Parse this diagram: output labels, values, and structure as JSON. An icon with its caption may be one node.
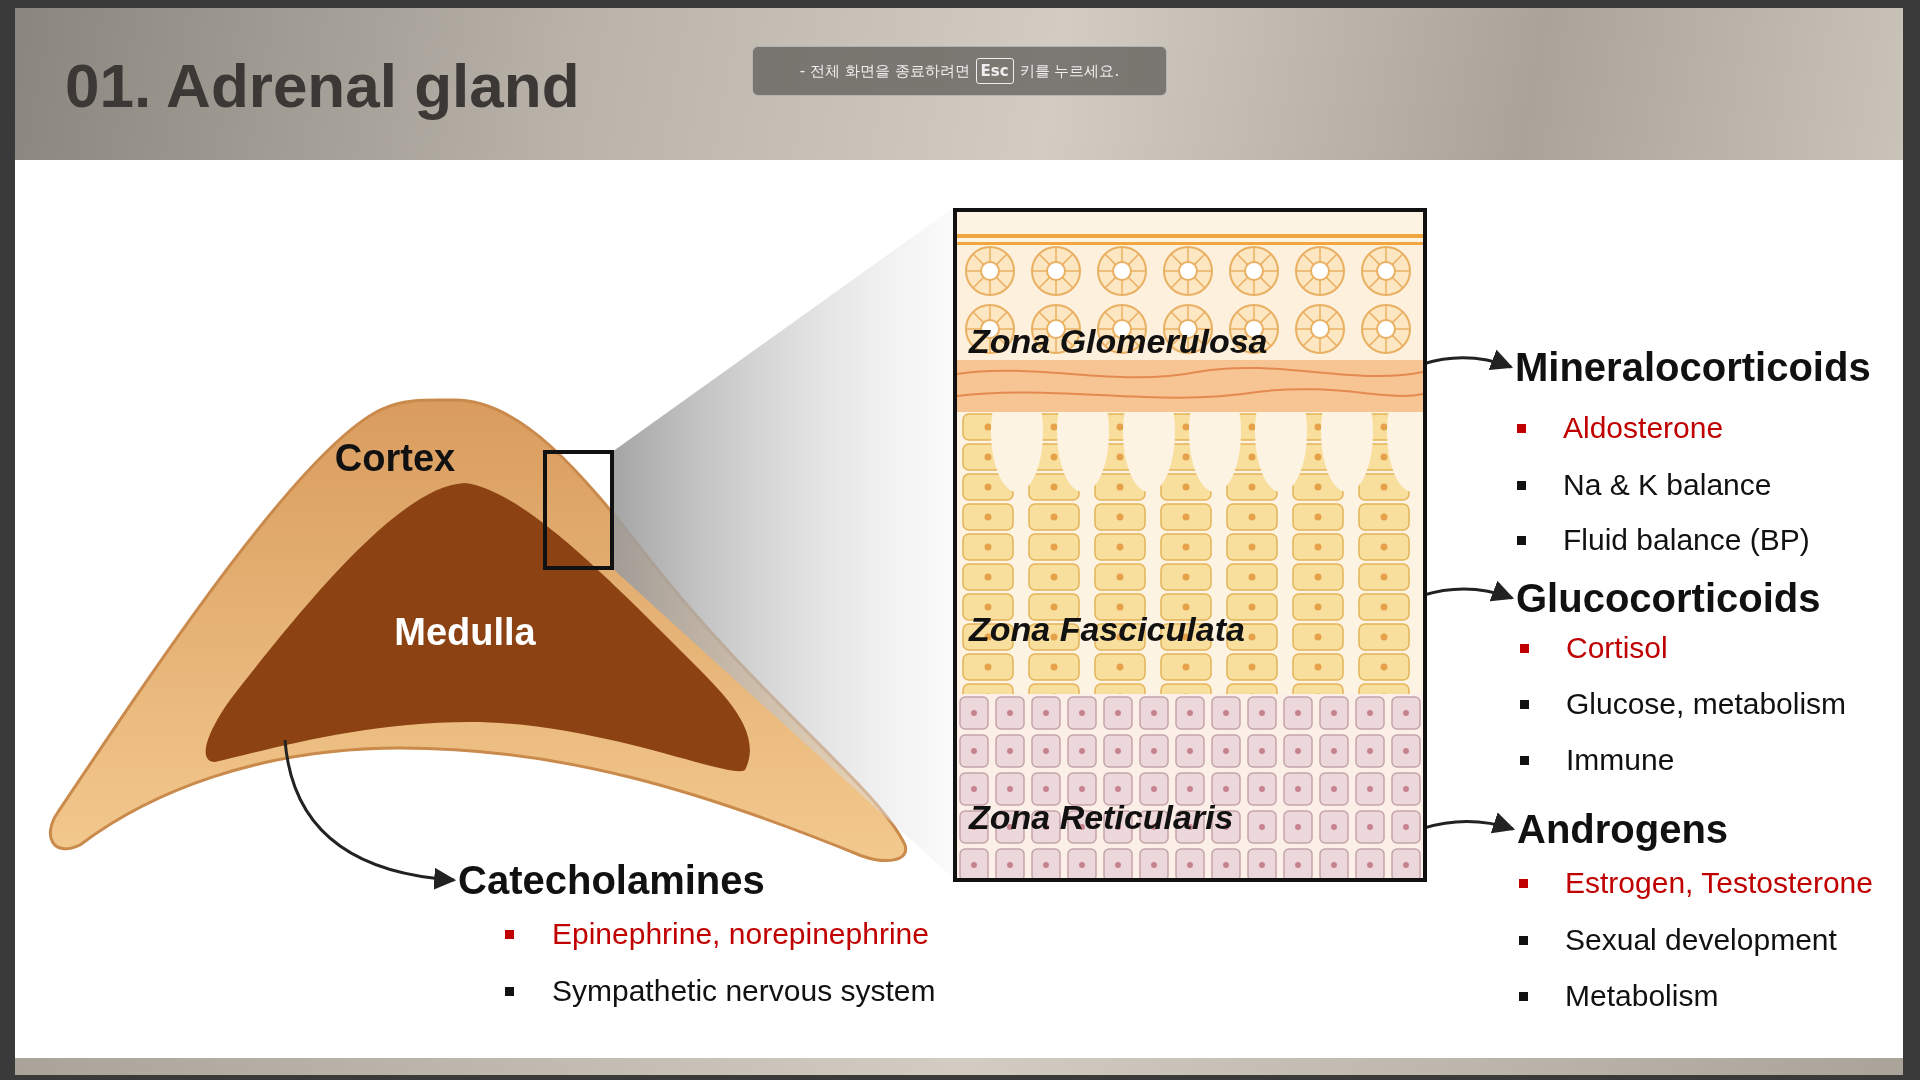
{
  "diagram": {
    "title": "01. Adrenal gland",
    "nodes": [
      {
        "text": [
          "Cortex"
        ]
      },
      {
        "text": [
          "Medulla"
        ],
        "in": 0
      },
      {
        "text": [
          "Catecholamines",
          "Epinephrine, norepinephrine",
          "Sympathetic nervous system"
        ]
      },
      {
        "text": [
          "Zona Glomerulosa"
        ]
      },
      {
        "text": [
          "Zona Fasciculata"
        ]
      },
      {
        "text": [
          "Zona Reticularis"
        ]
      },
      {
        "text": [
          "Mineralocorticoids",
          "Aldosterone",
          "Na & K balance",
          "Fluid balance (BP)"
        ]
      },
      {
        "text": [
          "Glucocorticoids",
          "Cortisol",
          "Glucose, metabolism",
          "Immune"
        ]
      },
      {
        "text": [
          "Androgens",
          "Estrogen, Testosterone",
          "Sexual development",
          "Metabolism"
        ]
      }
    ],
    "edges": [
      {
        "from": 1,
        "to": 2,
        "arrow": "to"
      },
      {
        "from": 3,
        "to": 6,
        "arrow": "to"
      },
      {
        "from": 4,
        "to": 7,
        "arrow": "to"
      },
      {
        "from": 5,
        "to": 8,
        "arrow": "to"
      }
    ],
    "labels": [
      "- 전체 화면을 종료하려면",
      "Esc",
      "키를 누르세요."
    ]
  }
}
